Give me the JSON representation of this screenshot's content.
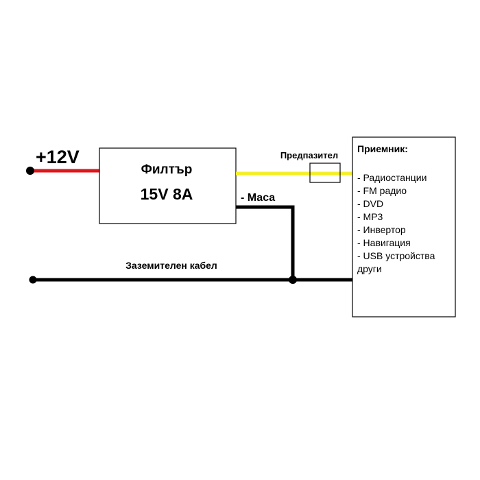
{
  "power": {
    "label": "+12V",
    "color": "#e0161b"
  },
  "filter": {
    "title": "Филтър",
    "rating": "15V 8A"
  },
  "fuse": {
    "label": "Предпазител"
  },
  "signal_wire": {
    "color": "#f5ef2b"
  },
  "ground_link": {
    "label": "- Маса"
  },
  "ground_cable": {
    "label": "Заземителен кабел",
    "color": "#000000"
  },
  "receiver": {
    "title": "Приемник:",
    "items": [
      "- Радиостанции",
      "- FM радио",
      "- DVD",
      "- MP3",
      "- Инвертор",
      "- Навигация",
      "- USB устройства",
      "други"
    ]
  }
}
